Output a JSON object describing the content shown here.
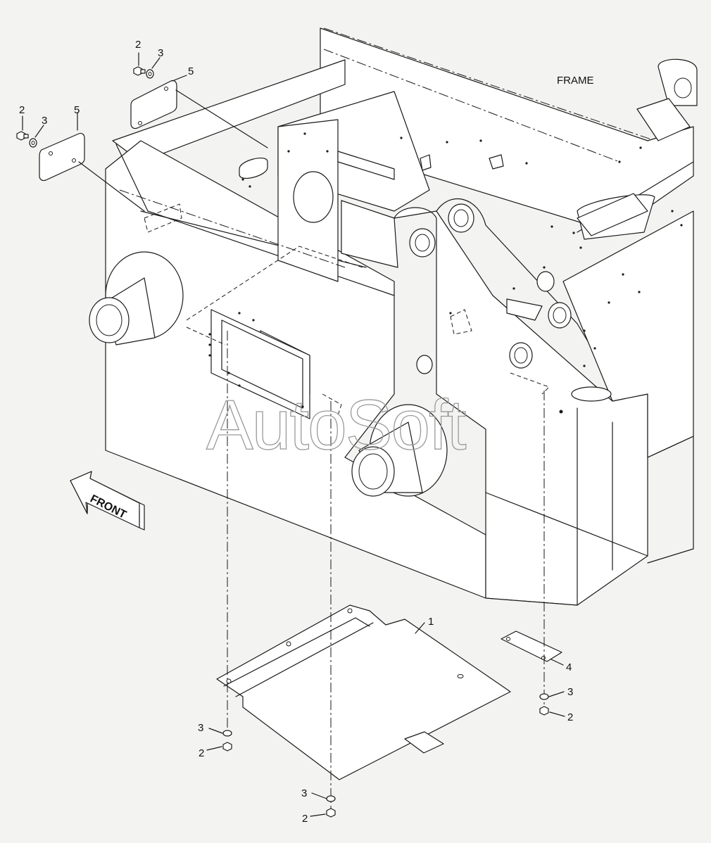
{
  "diagram": {
    "frame_label": "FRAME",
    "front_label": "FRONT",
    "watermark": "AutoSoft",
    "callouts": {
      "c1": "1",
      "c2a": "2",
      "c3a": "3",
      "c5a": "5",
      "c2b": "2",
      "c3b": "3",
      "c5b": "5",
      "c3c": "3",
      "c2c": "2",
      "c3d": "3",
      "c2d": "2",
      "c4": "4",
      "c3e": "3",
      "c2e": "2"
    }
  }
}
